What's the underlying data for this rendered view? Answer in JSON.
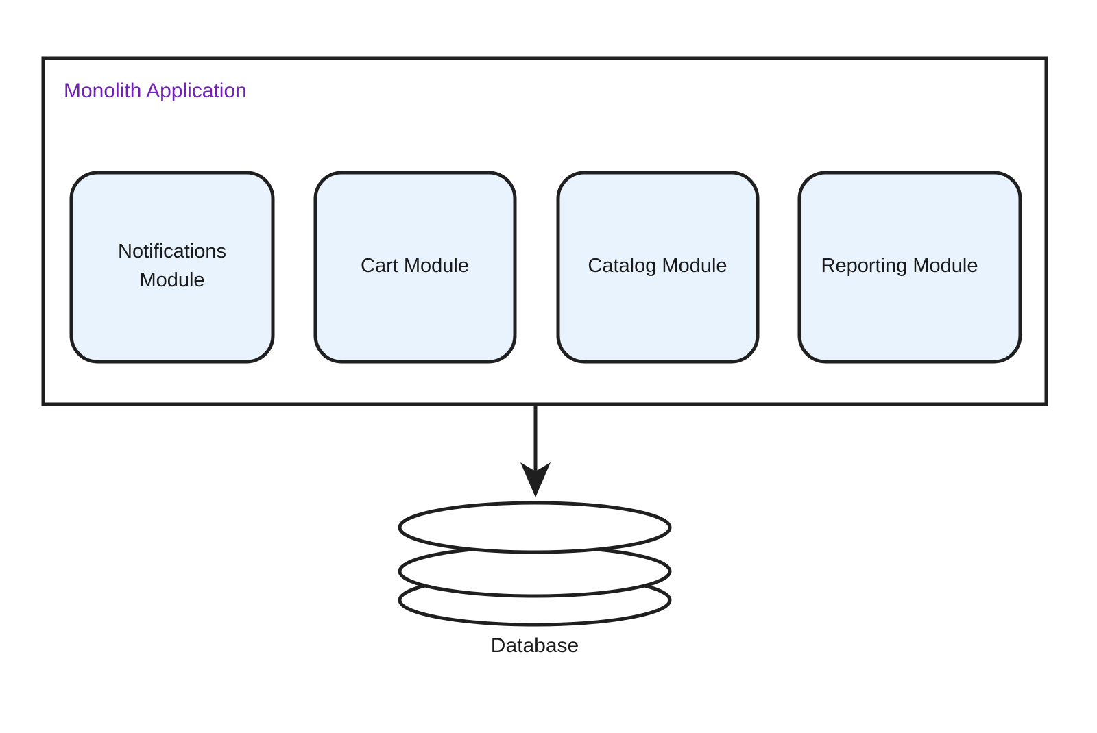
{
  "diagram": {
    "type": "architecture-block-diagram",
    "background_color": "#ffffff",
    "container": {
      "title": "Monolith Application",
      "title_color": "#7221b6",
      "border_color": "#1f1f1f",
      "fill_color": "#ffffff"
    },
    "modules": [
      {
        "id": "notifications",
        "label_line1": "Notifications",
        "label_line2": "Module",
        "fill": "#e8f3fd",
        "stroke": "#1f1f1f"
      },
      {
        "id": "cart",
        "label_line1": "Cart Module",
        "label_line2": "",
        "fill": "#e8f3fd",
        "stroke": "#1f1f1f"
      },
      {
        "id": "catalog",
        "label_line1": "Catalog Module",
        "label_line2": "",
        "fill": "#e8f3fd",
        "stroke": "#1f1f1f"
      },
      {
        "id": "reporting",
        "label_line1": "Reporting Module",
        "label_line2": "",
        "fill": "#e8f3fd",
        "stroke": "#1f1f1f"
      }
    ],
    "datastore": {
      "label": "Database",
      "shape": "cylinder-stack",
      "disc_count": 3,
      "fill": "#ffffff",
      "stroke": "#1f1f1f"
    },
    "edges": [
      {
        "id": "monolith-to-database",
        "from": "Monolith Application",
        "to": "Database",
        "label": "",
        "arrowhead": "filled-concave",
        "direction": "down"
      }
    ]
  }
}
